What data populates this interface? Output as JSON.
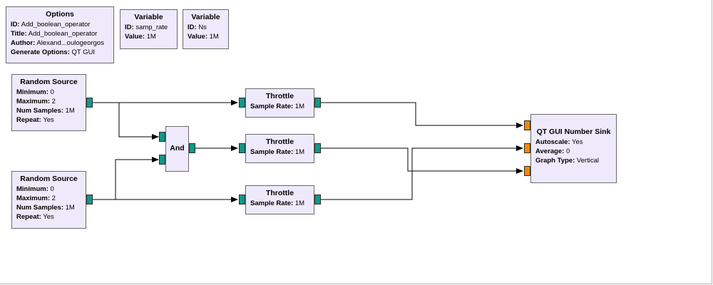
{
  "blocks": {
    "options": {
      "title": "Options",
      "params": [
        {
          "key": "ID:",
          "value": "Add_boolean_operator"
        },
        {
          "key": "Title:",
          "value": "Add_boolean_operator"
        },
        {
          "key": "Author:",
          "value": "Alexand...oulogeorgos"
        },
        {
          "key": "Generate Options:",
          "value": "QT GUI"
        }
      ]
    },
    "variable_samp_rate": {
      "title": "Variable",
      "params": [
        {
          "key": "ID:",
          "value": "samp_rate"
        },
        {
          "key": "Value:",
          "value": "1M"
        }
      ]
    },
    "variable_ns": {
      "title": "Variable",
      "params": [
        {
          "key": "ID:",
          "value": "Ns"
        },
        {
          "key": "Value:",
          "value": "1M"
        }
      ]
    },
    "random_source_1": {
      "title": "Random Source",
      "params": [
        {
          "key": "Minimum:",
          "value": "0"
        },
        {
          "key": "Maximum:",
          "value": "2"
        },
        {
          "key": "Num Samples:",
          "value": "1M"
        },
        {
          "key": "Repeat:",
          "value": "Yes"
        }
      ]
    },
    "random_source_2": {
      "title": "Random Source",
      "params": [
        {
          "key": "Minimum:",
          "value": "0"
        },
        {
          "key": "Maximum:",
          "value": "2"
        },
        {
          "key": "Num Samples:",
          "value": "1M"
        },
        {
          "key": "Repeat:",
          "value": "Yes"
        }
      ]
    },
    "and": {
      "title": "And"
    },
    "throttle_1": {
      "title": "Throttle",
      "params": [
        {
          "key": "Sample Rate:",
          "value": "1M"
        }
      ]
    },
    "throttle_2": {
      "title": "Throttle",
      "params": [
        {
          "key": "Sample Rate:",
          "value": "1M"
        }
      ]
    },
    "throttle_3": {
      "title": "Throttle",
      "params": [
        {
          "key": "Sample Rate:",
          "value": "1M"
        }
      ]
    },
    "number_sink": {
      "title": "QT GUI Number Sink",
      "params": [
        {
          "key": "Autoscale:",
          "value": "Yes"
        },
        {
          "key": "Average:",
          "value": "0"
        },
        {
          "key": "Graph Type:",
          "value": "Vertical"
        }
      ]
    }
  },
  "colors": {
    "block_fill": "#eeeafb",
    "stream_port": "#14968a",
    "float_port": "#f08a0a",
    "wire": "#000000"
  },
  "connections": [
    {
      "from": "random_source_1.out",
      "to": "throttle_1.in"
    },
    {
      "from": "random_source_1.out",
      "to": "and.in0"
    },
    {
      "from": "random_source_2.out",
      "to": "and.in1"
    },
    {
      "from": "random_source_2.out",
      "to": "throttle_3.in"
    },
    {
      "from": "and.out",
      "to": "throttle_2.in"
    },
    {
      "from": "throttle_1.out",
      "to": "number_sink.in0"
    },
    {
      "from": "throttle_2.out",
      "to": "number_sink.in2"
    },
    {
      "from": "throttle_3.out",
      "to": "number_sink.in1"
    }
  ]
}
